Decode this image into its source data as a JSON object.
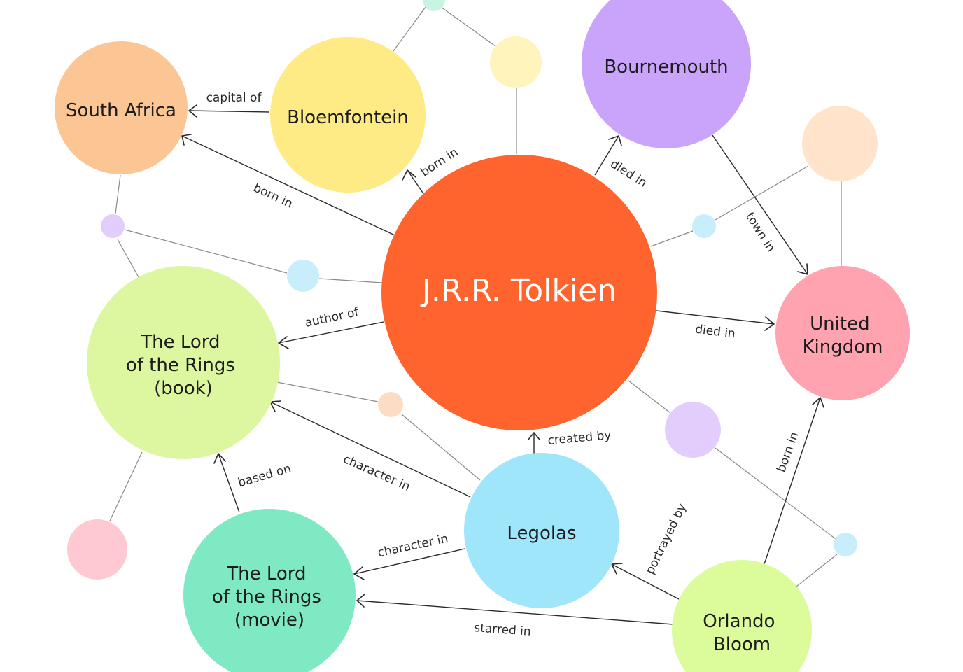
{
  "nodes": {
    "tolkien": {
      "label": "J.R.R. Tolkien",
      "color": "#FF642E"
    },
    "south_africa": {
      "label": "South Africa",
      "color": "#FBC594"
    },
    "bloemfontein": {
      "label": "Bloemfontein",
      "color": "#FFEB85"
    },
    "bournemouth": {
      "label": "Bournemouth",
      "color": "#C9A4FA"
    },
    "united_kingdom": {
      "label_lines": [
        "United",
        "Kingdom"
      ],
      "color": "#FFA3B1"
    },
    "lotr_book": {
      "label_lines": [
        "The Lord",
        "of the Rings",
        "(book)"
      ],
      "color": "#DDF7A1"
    },
    "legolas": {
      "label": "Legolas",
      "color": "#9FE6FB"
    },
    "lotr_movie": {
      "label_lines": [
        "The Lord",
        "of the Rings",
        "(movie)"
      ],
      "color": "#7FE9C4"
    },
    "orlando_bloom": {
      "label_lines": [
        "Orlando",
        "Bloom"
      ],
      "color": "#DCFC9C"
    }
  },
  "edges": [
    {
      "id": "bloemfontein-capital-of-south-africa",
      "label": "capital of"
    },
    {
      "id": "tolkien-born-in-south-africa",
      "label": "born in"
    },
    {
      "id": "tolkien-born-in-bloemfontein",
      "label": "born in"
    },
    {
      "id": "tolkien-died-in-bournemouth",
      "label": "died in"
    },
    {
      "id": "bournemouth-town-in-uk",
      "label": "town in"
    },
    {
      "id": "tolkien-died-in-uk",
      "label": "died in"
    },
    {
      "id": "tolkien-author-of-book",
      "label": "author of"
    },
    {
      "id": "legolas-created-by-tolkien",
      "label": "created by"
    },
    {
      "id": "legolas-character-in-book",
      "label": "character in"
    },
    {
      "id": "movie-based-on-book",
      "label": "based on"
    },
    {
      "id": "legolas-character-in-movie",
      "label": "character in"
    },
    {
      "id": "orlando-portrayed-by-legolas",
      "label": "portrayed by"
    },
    {
      "id": "orlando-starred-in-movie",
      "label": "starred in"
    },
    {
      "id": "orlando-born-in-uk",
      "label": "born in"
    }
  ],
  "decor_colors": {
    "mint": "#C6F6E2",
    "pale_yellow": "#FFF4BC",
    "peach": "#FFE3CB",
    "light_blue": "#C8EEFC",
    "lavender": "#E2CDFC",
    "pink": "#FFC9D2",
    "light_peach": "#FDDCC4"
  }
}
